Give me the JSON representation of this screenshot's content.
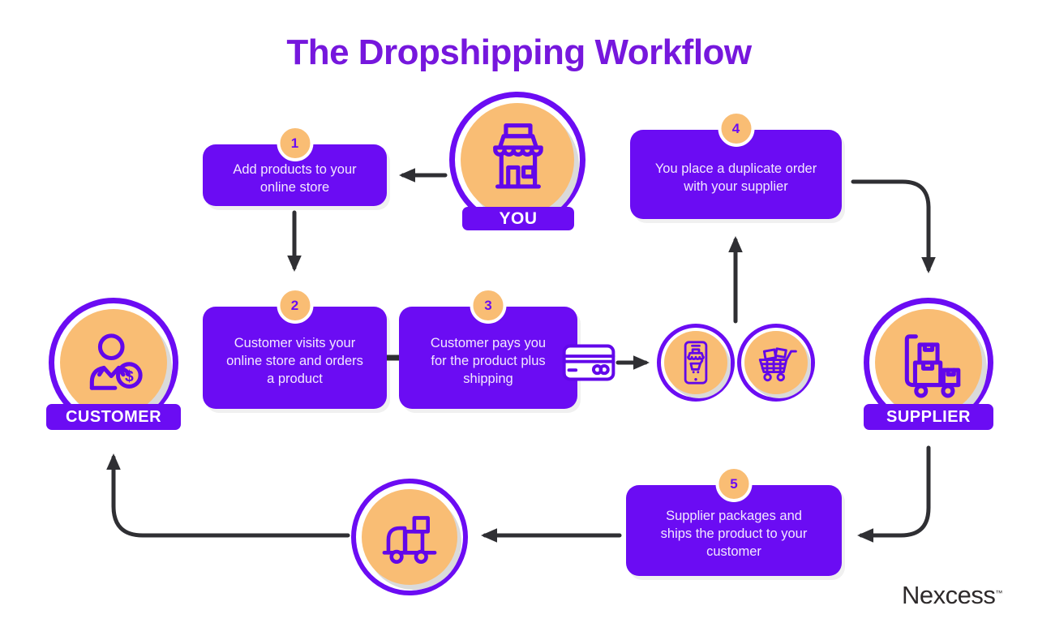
{
  "title": "The Dropshipping Workflow",
  "steps": [
    {
      "num": "1",
      "text": "Add products to your online store"
    },
    {
      "num": "2",
      "text": "Customer visits your online store and orders a  product"
    },
    {
      "num": "3",
      "text": "Customer pays you for the product plus shipping"
    },
    {
      "num": "4",
      "text": "You place a duplicate order with your supplier"
    },
    {
      "num": "5",
      "text": "Supplier packages and ships the product to your customer"
    }
  ],
  "actors": {
    "you": {
      "label": "YOU",
      "icon": "storefront-icon"
    },
    "customer": {
      "label": "CUSTOMER",
      "icon": "customer-icon"
    },
    "supplier": {
      "label": "SUPPLIER",
      "icon": "hand-truck-icon"
    }
  },
  "nodes": {
    "payment": {
      "icon": "credit-card-icon"
    },
    "mobile_store": {
      "icon": "mobile-shop-icon"
    },
    "cart": {
      "icon": "shopping-cart-icon"
    },
    "delivery": {
      "icon": "delivery-truck-icon"
    },
    "coin_symbol": "$"
  },
  "logo": {
    "text": "Nexcess",
    "trademark": "™"
  },
  "colors": {
    "box_purple": "#6b0cf3",
    "title_purple": "#7617dd",
    "icon_purple": "#6207ea",
    "circle_orange": "#f9bd74",
    "badge_orange": "#f9bd74",
    "arrow_dark": "#2f2f33",
    "box_text": "#f2e8fe",
    "label_text": "#ffffff",
    "logo_dark": "#2e2a2b"
  }
}
